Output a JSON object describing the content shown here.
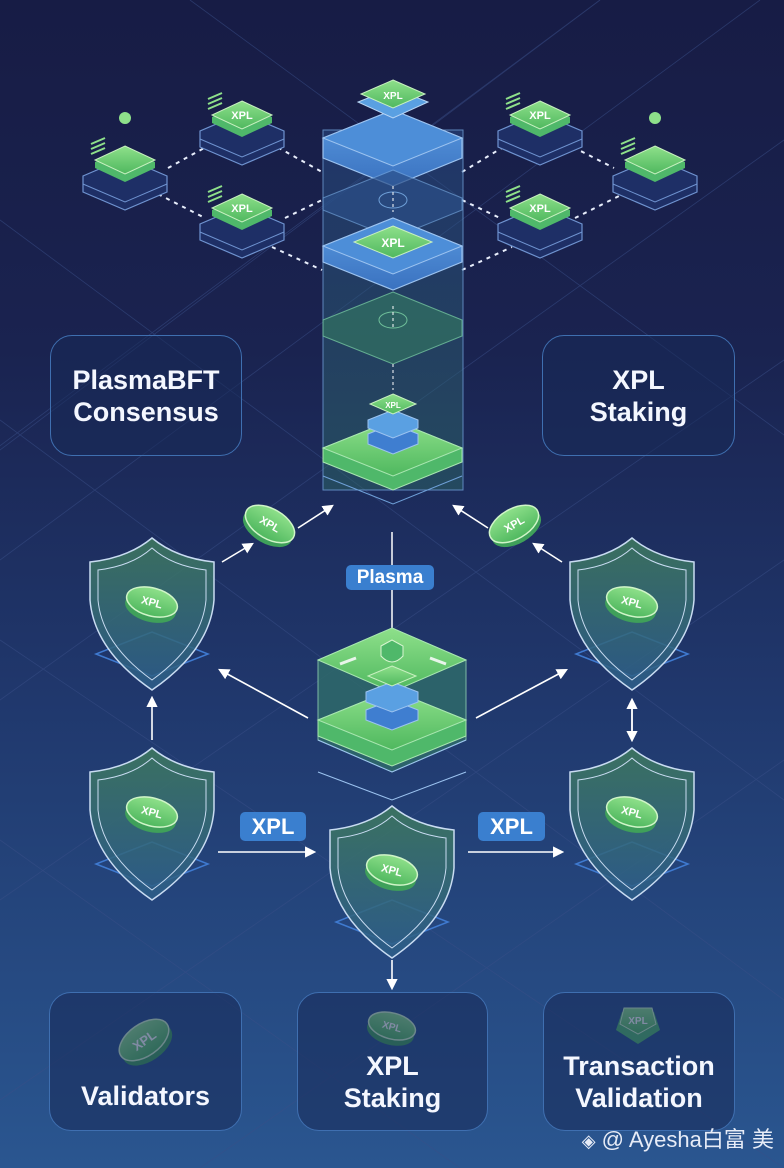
{
  "diagram": {
    "theme_colors": {
      "background_top": "#171c45",
      "background_bottom": "#2a5690",
      "accent_green": "#6fd06f",
      "accent_blue": "#4a8ad8",
      "label_blue": "#3a7fcf"
    },
    "panels": {
      "consensus": {
        "line1": "PlasmaBFT",
        "line2": "Consensus"
      },
      "staking_top": {
        "line1": "XPL",
        "line2": "Staking"
      },
      "validators": {
        "line1": "Validators"
      },
      "staking_bottom": {
        "line1": "XPL",
        "line2": "Staking"
      },
      "tx_validation": {
        "line1": "Transaction",
        "line2": "Validation"
      }
    },
    "labels": {
      "plasma": "Plasma",
      "xpl_left": "XPL",
      "xpl_right": "XPL"
    },
    "token_text": "XPL",
    "watermark": {
      "handle": "@ Ayesha白富 美",
      "icon": "binance-logo-icon"
    }
  }
}
